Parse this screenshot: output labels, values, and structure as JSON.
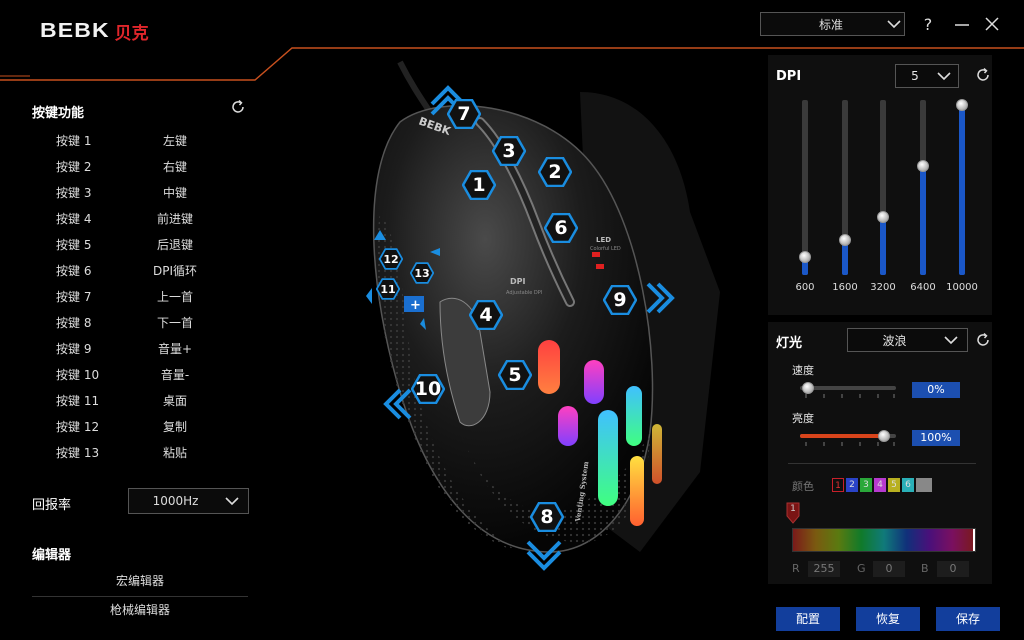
{
  "brand": {
    "latin": "BEBK",
    "cn": "贝克"
  },
  "profile": {
    "selected": "标准"
  },
  "window": {
    "help": "?"
  },
  "keys_panel": {
    "title": "按键功能",
    "rows": [
      {
        "key": "按键 1",
        "func": "左键"
      },
      {
        "key": "按键 2",
        "func": "右键"
      },
      {
        "key": "按键 3",
        "func": "中键"
      },
      {
        "key": "按键 4",
        "func": "前进键"
      },
      {
        "key": "按键 5",
        "func": "后退键"
      },
      {
        "key": "按键 6",
        "func": "DPI循环"
      },
      {
        "key": "按键 7",
        "func": "上一首"
      },
      {
        "key": "按键 8",
        "func": "下一首"
      },
      {
        "key": "按键 9",
        "func": "音量+"
      },
      {
        "key": "按键 10",
        "func": "音量-"
      },
      {
        "key": "按键 11",
        "func": "桌面"
      },
      {
        "key": "按键 12",
        "func": "复制"
      },
      {
        "key": "按键 13",
        "func": "粘贴"
      }
    ]
  },
  "report_rate": {
    "label": "回报率",
    "value": "1000Hz"
  },
  "editor": {
    "title": "编辑器",
    "macro": "宏编辑器",
    "gun": "枪械编辑器"
  },
  "dpi": {
    "title": "DPI",
    "selected_count": "5",
    "levels": [
      {
        "label": "600",
        "fill": 0.1
      },
      {
        "label": "1600",
        "fill": 0.2
      },
      {
        "label": "3200",
        "fill": 0.33
      },
      {
        "label": "6400",
        "fill": 0.62
      },
      {
        "label": "10000",
        "fill": 0.97
      }
    ]
  },
  "lighting": {
    "title": "灯光",
    "mode": "波浪",
    "speed_label": "速度",
    "speed_value": "0%",
    "speed_fraction": 0.0,
    "brightness_label": "亮度",
    "brightness_value": "100%",
    "brightness_fraction": 1.0,
    "color_label": "颜色",
    "swatches": [
      {
        "num": "1",
        "color": "#c8202a"
      },
      {
        "num": "2",
        "color": "#2a43c8"
      },
      {
        "num": "3",
        "color": "#2aa83a"
      },
      {
        "num": "4",
        "color": "#b73ad0"
      },
      {
        "num": "5",
        "color": "#b8b020"
      },
      {
        "num": "6",
        "color": "#2ab0b8"
      },
      {
        "num": "",
        "color": "#888888"
      }
    ],
    "marker": "1",
    "r_label": "R",
    "r_value": "255",
    "g_label": "G",
    "g_value": "0",
    "b_label": "B",
    "b_value": "0"
  },
  "buttons": {
    "config": "配置",
    "restore": "恢复",
    "save": "保存"
  },
  "mouse": {
    "markers": [
      "1",
      "2",
      "3",
      "4",
      "5",
      "6",
      "7",
      "8",
      "9",
      "10",
      "11",
      "12",
      "13"
    ],
    "body_text": {
      "brand": "BEBK",
      "dpi": "DPI",
      "dpi_sub": "Adjustable DPI",
      "led": "LED",
      "led_sub": "Colorful LED",
      "venting": "Venting System"
    }
  },
  "colors": {
    "accent_blue": "#1a57c8",
    "accent_orange": "#d8441b",
    "button_blue": "#123e9c"
  }
}
